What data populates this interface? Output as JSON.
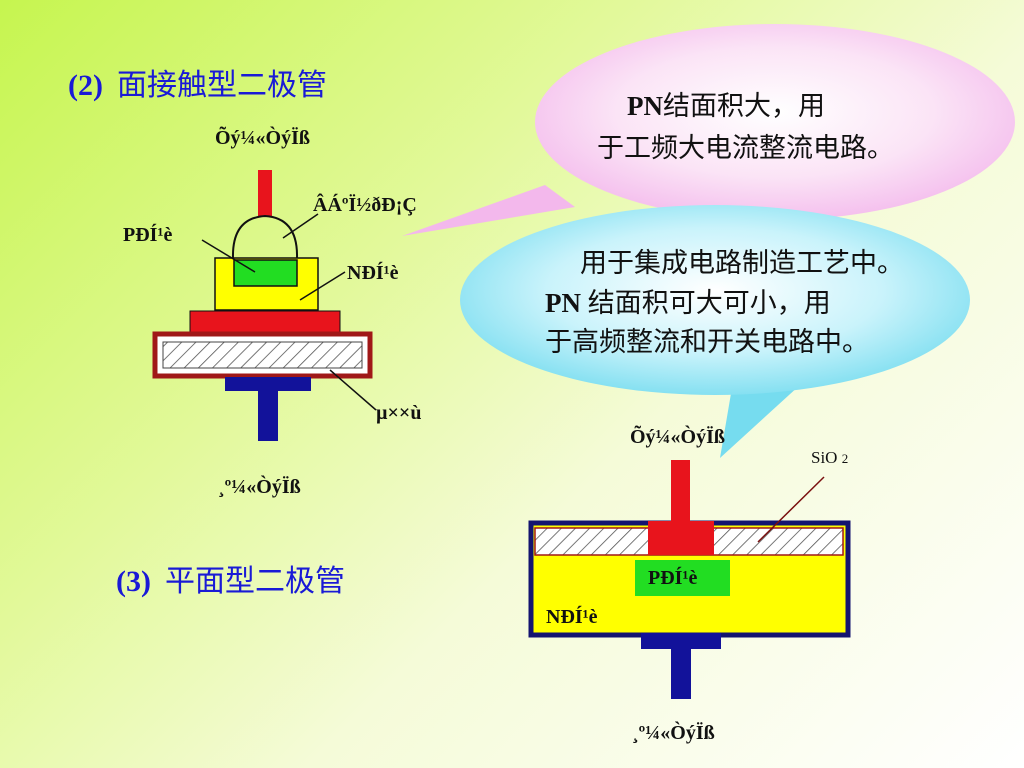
{
  "headings": {
    "point_contact": {
      "number": "(2)",
      "text": "面接触型二极管"
    },
    "planar": {
      "number": "(3)",
      "text": "平面型二极管"
    }
  },
  "bubbles": {
    "top": {
      "lead": "PN",
      "line1_rest": "结面积大，用",
      "line2": "于工频大电流整流电路。"
    },
    "middle": {
      "line1": "用于集成电路制造工艺中。",
      "line2_lead": "PN",
      "line2_rest": " 结面积可大可小，用",
      "line3": "于高频整流和开关电路中。"
    }
  },
  "diagram_left": {
    "anode_label": "Õý¼«ÒýÏß",
    "contact_label": "ÂÁºÏ½ðÐ¡Ç",
    "p_label": "PÐÍ¹è",
    "n_label": "NÐÍ¹è",
    "base_label": "µ××ù",
    "cathode_label": "¸º¼«ÒýÏß"
  },
  "diagram_right": {
    "anode_label": "Õý¼«ÒýÏß",
    "sio2_label": "SiO",
    "sio2_sub": "2",
    "p_label": "PÐÍ¹è",
    "n_label": "NÐÍ¹è",
    "cathode_label": "¸º¼«ÒýÏß"
  },
  "colors": {
    "heading": "#1a1ad6",
    "lead_red": "#e8141c",
    "lead_blue": "#12129a",
    "silicon_yellow": "#ffff00",
    "p_green": "#22dd22",
    "frame_darkred": "#a01818",
    "frame_navy": "#141470",
    "bubble_pink": "#f6c8f0",
    "bubble_cyan": "#8fe6f5"
  }
}
